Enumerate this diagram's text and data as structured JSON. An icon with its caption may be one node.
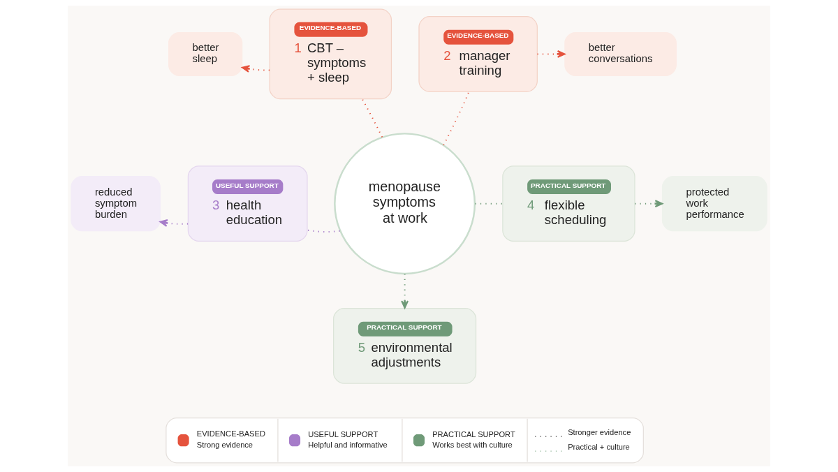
{
  "diagram": {
    "nodes": [
      {
        "text": [
          "better sleep"
        ]
      },
      {
        "text": [
          "EVIDENCE-BASED",
          "1",
          "CBT – symptoms + sleep"
        ]
      },
      {
        "text": [
          "EVIDENCE-BASED",
          "2",
          "manager training"
        ]
      },
      {
        "text": [
          "better conversations"
        ]
      },
      {
        "text": [
          "reduced symptom burden"
        ]
      },
      {
        "text": [
          "USEFUL SUPPORT",
          "3",
          "health education"
        ]
      },
      {
        "text": [
          "menopause symptoms at work"
        ]
      },
      {
        "text": [
          "PRACTICAL SUPPORT",
          "4",
          "flexible scheduling"
        ]
      },
      {
        "text": [
          "protected work performance"
        ]
      },
      {
        "text": [
          "PRACTICAL SUPPORT",
          "5",
          "environmental adjustments"
        ]
      }
    ],
    "edges": [
      {
        "from": 6,
        "to": 1,
        "arrow": "none"
      },
      {
        "from": 1,
        "to": 0,
        "arrow": "to"
      },
      {
        "from": 6,
        "to": 2,
        "arrow": "none"
      },
      {
        "from": 2,
        "to": 3,
        "arrow": "to"
      },
      {
        "from": 6,
        "to": 5,
        "arrow": "none",
        "color": "#a67cc9"
      },
      {
        "from": 5,
        "to": 4,
        "arrow": "to",
        "color": "#a67cc9"
      },
      {
        "from": 6,
        "to": 7,
        "arrow": "none",
        "color": "#6f9a78"
      },
      {
        "from": 7,
        "to": 8,
        "arrow": "to",
        "color": "#6f9a78"
      },
      {
        "from": 6,
        "to": 9,
        "arrow": "to",
        "color": "#6f9a78"
      }
    ],
    "labels": [
      "Strong evidence",
      "Helpful and informative",
      "Works best with culture"
    ],
    "legend": [
      {
        "text": "EVIDENCE-BASED",
        "color": "#e5533d"
      },
      {
        "text": "USEFUL SUPPORT",
        "color": "#a67cc9"
      },
      {
        "text": "PRACTICAL SUPPORT",
        "color": "#6f9a78"
      },
      {
        "text": "Stronger evidence"
      },
      {
        "text": "Practical + culture"
      }
    ]
  }
}
